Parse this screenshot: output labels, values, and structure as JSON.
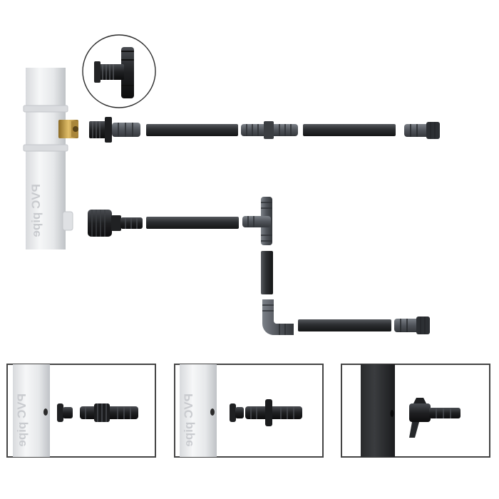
{
  "labels": {
    "main_pipe": "PVC pipe",
    "panel_1_pipe": "PVC pipe",
    "panel_2_pipe": "PVC pipe"
  },
  "colors": {
    "pvc_light": "#f2f3f5",
    "pvc_shade": "#c4c7cb",
    "tube_black": "#2b2d30",
    "fitting_black": "#1c1d1f",
    "fitting_grey": "#5d6166",
    "brass": "#c9a14a",
    "panel_border": "#444444"
  },
  "icons": [
    "tee-fitting-zoom-icon",
    "threaded-tee-connector-icon",
    "drip-tube-segment-icon",
    "barbed-coupling-icon",
    "end-plug-icon",
    "faucet-adapter-icon",
    "tee-connector-icon",
    "elbow-connector-icon",
    "grommet-icon",
    "barbed-start-connector-icon",
    "valve-connector-icon"
  ]
}
